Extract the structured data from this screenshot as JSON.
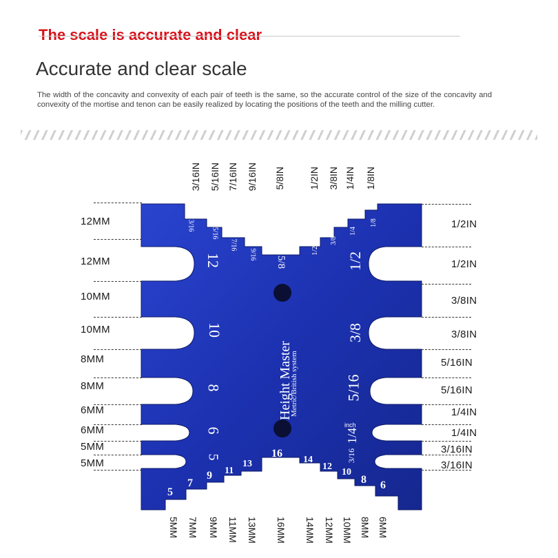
{
  "header": {
    "red_title": "The scale is accurate and clear",
    "title": "Accurate and clear scale",
    "description": "The width of the concavity and convexity of each pair of teeth is the same, so the accurate control of the size of the concavity and convexity of the mortise and tenon can be easily realized by locating the positions of the teeth and the milling cutter."
  },
  "top_labels": [
    "3/16IN",
    "5/16IN",
    "7/16IN",
    "9/16IN",
    "5/8IN",
    "1/2IN",
    "3/8IN",
    "1/4IN",
    "1/8IN"
  ],
  "bottom_labels": [
    "5MM",
    "7MM",
    "9MM",
    "11MM",
    "13MM",
    "16MM",
    "14MM",
    "12MM",
    "10MM",
    "8MM",
    "6MM"
  ],
  "left_labels": [
    "12MM",
    "12MM",
    "10MM",
    "10MM",
    "8MM",
    "8MM",
    "6MM",
    "6MM",
    "5MM",
    "5MM"
  ],
  "right_labels": [
    "1/2IN",
    "1/2IN",
    "3/8IN",
    "3/8IN",
    "5/16IN",
    "5/16IN",
    "1/4IN",
    "1/4IN",
    "3/16IN",
    "3/16IN"
  ],
  "tool": {
    "brand": "Height Master",
    "subtitle": "Metric/British system",
    "left_numbers": [
      "12",
      "10",
      "8",
      "6",
      "5"
    ],
    "right_numbers": [
      "1/2",
      "3/8",
      "5/16",
      "1/4",
      "3/16"
    ],
    "inch_label": "inch",
    "top_step_numbers": [
      "3/16",
      "5/16",
      "7/16",
      "9/16",
      "5/8",
      "1/2",
      "3/8",
      "1/4",
      "1/8"
    ],
    "bottom_step_numbers": [
      "5",
      "7",
      "9",
      "11",
      "13",
      "16",
      "14",
      "12",
      "10",
      "8",
      "6"
    ],
    "color": "#1f35b8"
  }
}
